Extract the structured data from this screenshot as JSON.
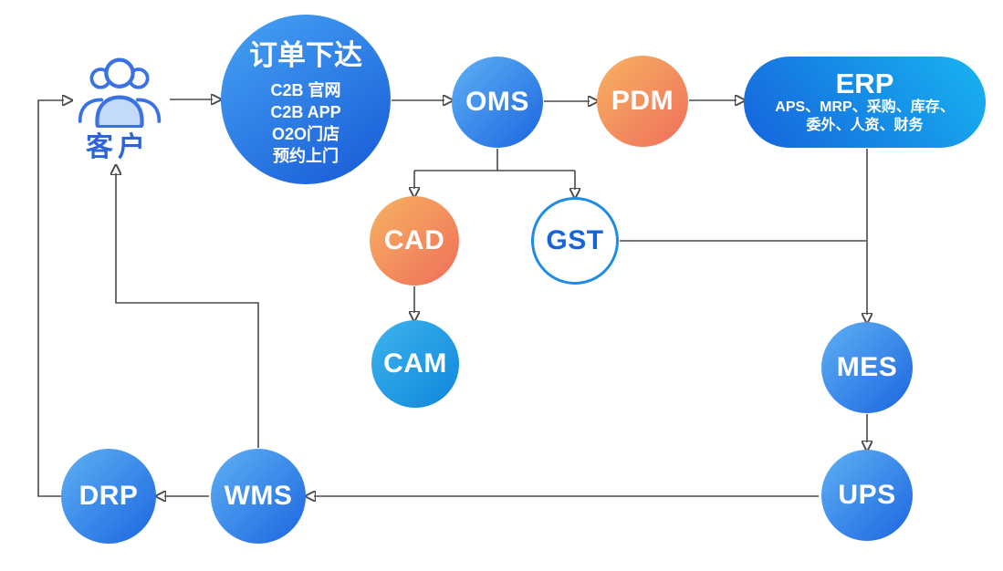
{
  "diagram": {
    "customer": {
      "label": "客户"
    },
    "order": {
      "title": "订单下达",
      "channels": [
        "C2B 官网",
        "C2B APP",
        "O2O门店",
        "预约上门"
      ]
    },
    "oms": {
      "label": "OMS"
    },
    "pdm": {
      "label": "PDM"
    },
    "erp": {
      "title": "ERP",
      "subtitle_line1": "APS、MRP、采购、库存、",
      "subtitle_line2": "委外、人资、财务"
    },
    "cad": {
      "label": "CAD"
    },
    "gst": {
      "label": "GST"
    },
    "cam": {
      "label": "CAM"
    },
    "mes": {
      "label": "MES"
    },
    "ups": {
      "label": "UPS"
    },
    "wms": {
      "label": "WMS"
    },
    "drp": {
      "label": "DRP"
    }
  },
  "colors": {
    "blue_node_start": "#5fb0f4",
    "blue_node_end": "#1b66e0",
    "big_circle_start": "#47a3f4",
    "big_circle_end": "#1659d6",
    "cyan_node_start": "#3eb3ee",
    "cyan_node_end": "#0f87da",
    "orange_node_start": "#f7b362",
    "orange_node_end": "#ef6e5a",
    "erp_start": "#1563dc",
    "erp_end": "#18b4f0",
    "gst_border": "#1e8ce6",
    "gst_text": "#1565d8",
    "customer_text": "#2e64d9",
    "wire": "#4a4a4a",
    "arrowhead": "#29a2e8",
    "background": "#ffffff"
  }
}
